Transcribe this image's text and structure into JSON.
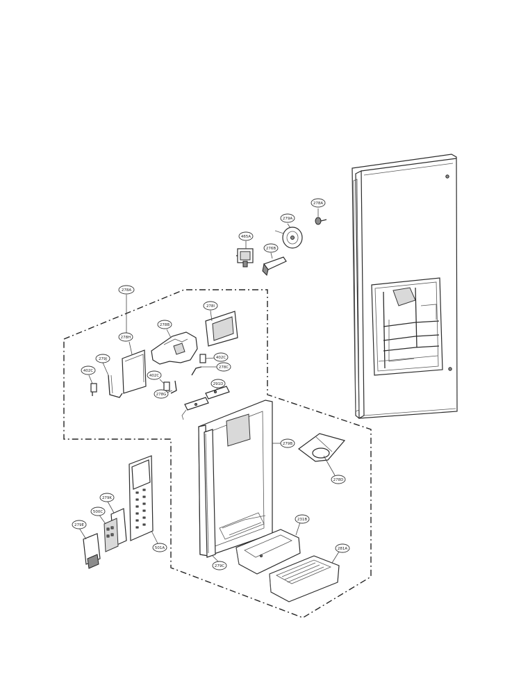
{
  "labels": {
    "278A": "278A",
    "279A": "279A",
    "465A": "465A",
    "276B": "276B",
    "278A_box": "278A",
    "278I": "278I",
    "278B": "278B",
    "278H": "278H",
    "279J": "279J",
    "402C_left": "402C",
    "402C_mid": "402C",
    "402C_right": "402C",
    "278C": "278C",
    "278G": "278G",
    "291D": "291D",
    "279B": "279B",
    "278D": "278D",
    "279K": "279K",
    "500C": "500C",
    "279E": "279E",
    "501A": "501A",
    "231B": "231B",
    "281A": "281A",
    "279C": "279C"
  }
}
